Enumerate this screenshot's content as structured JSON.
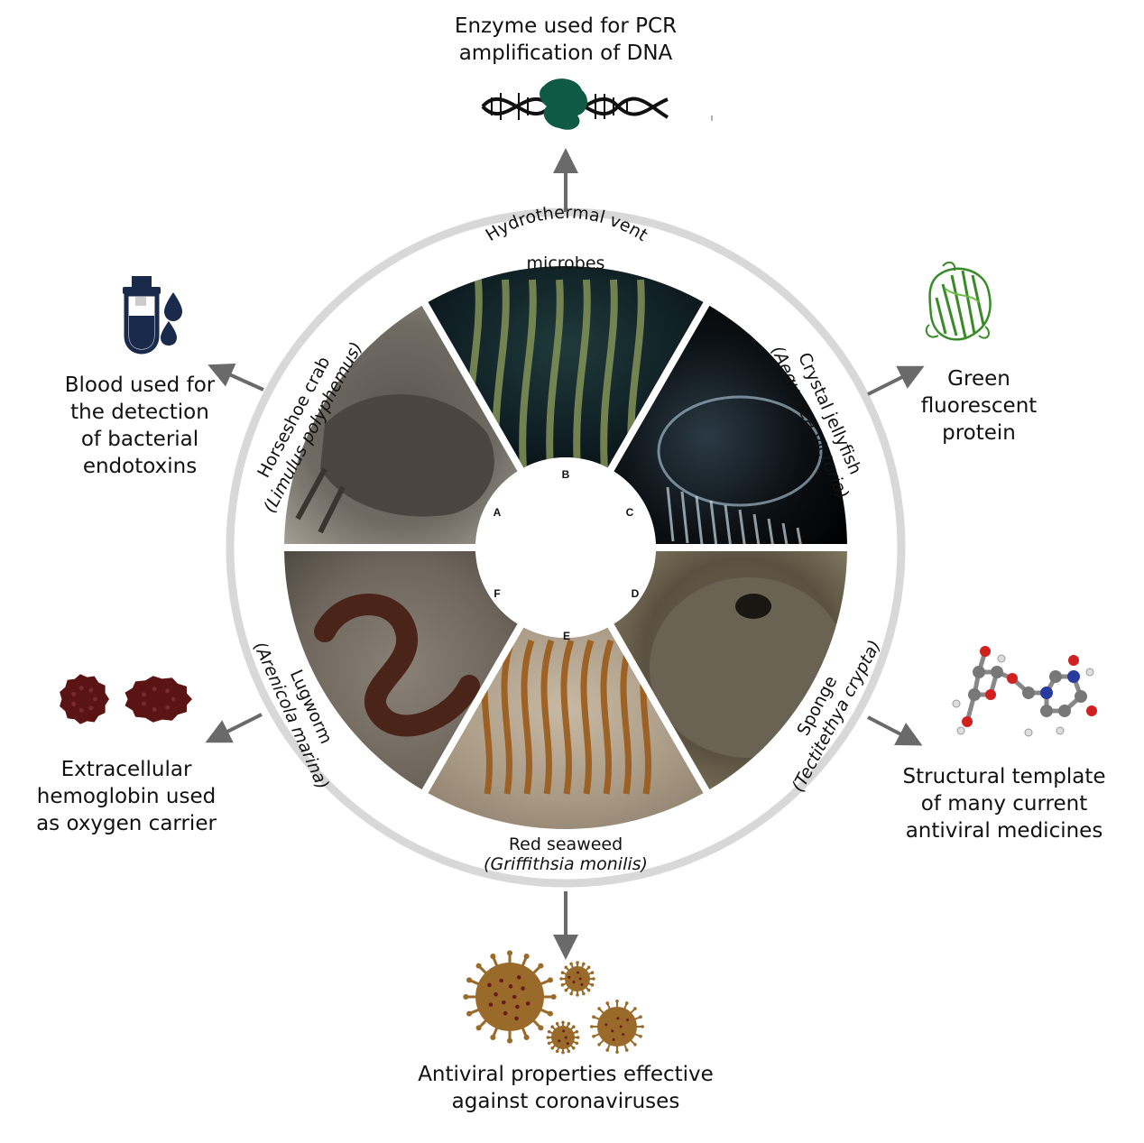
{
  "segments": [
    {
      "letter": "A",
      "organism": "Horseshoe crab",
      "species": "Limulus polyphemus"
    },
    {
      "letter": "B",
      "organism": "Hydrothermal vent",
      "organism_line2": "microbes"
    },
    {
      "letter": "C",
      "organism": "Crystal jellyfish",
      "species": "Aequorea victoria"
    },
    {
      "letter": "D",
      "organism": "Sponge",
      "species": "Tectitethya crypta"
    },
    {
      "letter": "E",
      "organism": "Red seaweed",
      "species": "Griffithsia monilis"
    },
    {
      "letter": "F",
      "organism": "Lugworm",
      "species": "Arenicola marina"
    }
  ],
  "outcomes": {
    "top": [
      "Enzyme used for PCR",
      "amplification of DNA"
    ],
    "top_right": [
      "Green",
      "fluorescent",
      "protein"
    ],
    "bottom_right": [
      "Structural template",
      "of many current",
      "antiviral medicines"
    ],
    "bottom": [
      "Antiviral properties effective",
      "against coronaviruses"
    ],
    "bottom_left": [
      "Extracellular",
      "hemoglobin used",
      "as oxygen carrier"
    ],
    "top_left": [
      "Blood used for",
      "the detection",
      "of bacterial",
      "endotoxins"
    ]
  },
  "icons": {
    "top": "dna-polymerase-icon",
    "top_right": "gfp-protein-icon",
    "bottom_right": "molecule-icon",
    "bottom": "coronavirus-icon",
    "bottom_left": "hemoglobin-icon",
    "top_left": "blood-tube-icon"
  },
  "colors": {
    "ring": "#d8d8d8",
    "arrow": "#6a6a6a",
    "dna_green": "#0f5a45",
    "gfp_green": "#3a8a2a",
    "virus_brown": "#9a6a2a",
    "virus_dots": "#6a1a1a",
    "hemoglobin": "#5a1414",
    "tube_navy": "#1a2a4a"
  }
}
